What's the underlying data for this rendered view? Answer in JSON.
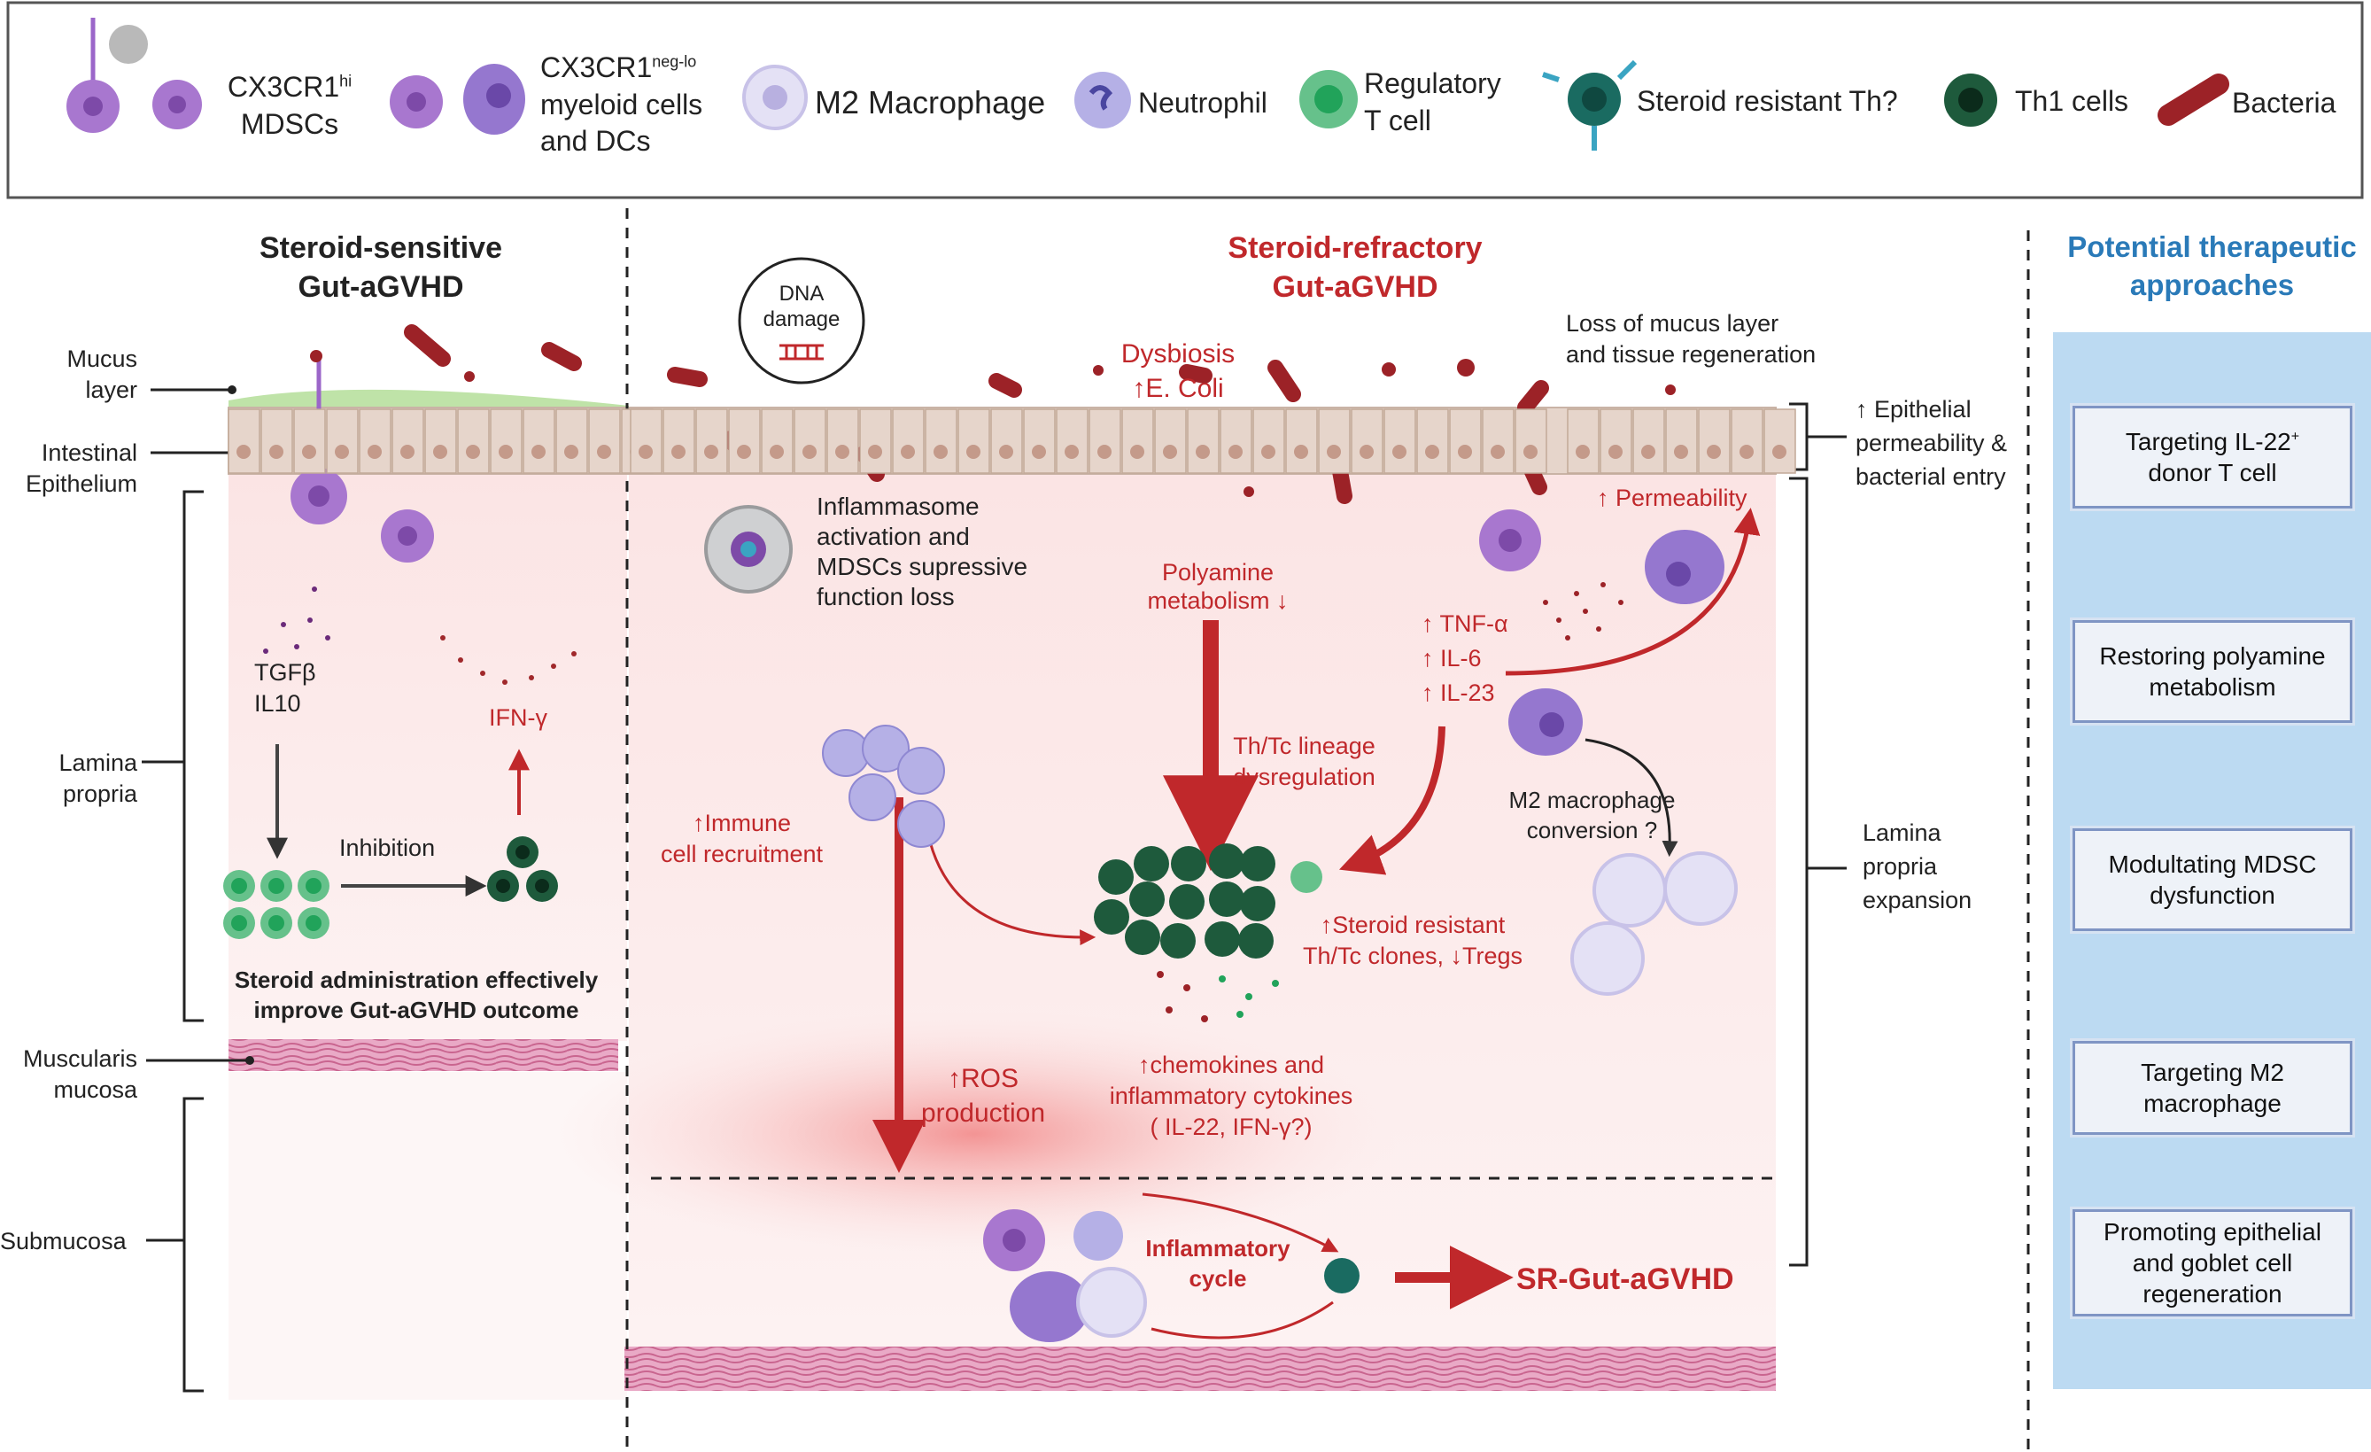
{
  "legend": {
    "mdsc_hi": "CX3CR1",
    "mdsc_hi_sup": "hi",
    "mdsc_hi_line2": "MDSCs",
    "myeloid": "CX3CR1",
    "myeloid_sup": "neg-lo",
    "myeloid_line2": "myeloid cells",
    "myeloid_line3": "and DCs",
    "m2": "M2 Macrophage",
    "neutrophil": "Neutrophil",
    "treg_line1": "Regulatory",
    "treg_line2": "T cell",
    "steroid_th": "Steroid resistant Th?",
    "th1": "Th1 cells",
    "bacteria": "Bacteria"
  },
  "left_axis": {
    "mucus_1": "Mucus",
    "mucus_2": "layer",
    "epithelium_1": "Intestinal",
    "epithelium_2": "Epithelium",
    "lamina_1": "Lamina",
    "lamina_2": "propria",
    "muscularis_1": "Muscularis",
    "muscularis_2": "mucosa",
    "submucosa": "Submucosa"
  },
  "sensitive": {
    "title_1": "Steroid-sensitive",
    "title_2": "Gut-aGVHD",
    "tgfb": "TGFβ",
    "il10": "IL10",
    "ifng": "IFN-γ",
    "inhibition": "Inhibition",
    "outcome_1": "Steroid administration effectively",
    "outcome_2": "improve Gut-aGVHD outcome"
  },
  "refractory": {
    "title_1": "Steroid-refractory",
    "title_2": "Gut-aGVHD",
    "dna_1": "DNA",
    "dna_2": "damage",
    "dysbiosis": "Dysbiosis",
    "ecoli": "↑E. Coli",
    "mucus_loss_1": "Loss of mucus layer",
    "mucus_loss_2": "and tissue regeneration",
    "inflammasome_1": "Inflammasome",
    "inflammasome_2": "activation and",
    "inflammasome_3": "MDSCs supressive",
    "inflammasome_4": "function loss",
    "polyamine_1": "Polyamine",
    "polyamine_2": "metabolism ↓",
    "permeability": "↑ Permeability",
    "tnf": "↑ TNF-α",
    "il6": "↑ IL-6",
    "il23": "↑ IL-23",
    "lineage_1": "Th/Tc lineage",
    "lineage_2": "dysregulation",
    "recruit_1": "↑Immune",
    "recruit_2": "cell recruitment",
    "m2conv_1": "M2 macrophage",
    "m2conv_2": "conversion ?",
    "clones_1": "↑Steroid resistant",
    "clones_2": "Th/Tc clones, ↓Tregs",
    "ros_1": "↑ROS",
    "ros_2": "production",
    "chemo_1": "↑chemokines and",
    "chemo_2": "inflammatory cytokines",
    "chemo_3": "( IL-22, IFN-γ?)",
    "cycle_1": "Inflammatory",
    "cycle_2": "cycle",
    "outcome": "SR-Gut-aGVHD"
  },
  "right_axis": {
    "epi_1": "↑ Epithelial",
    "epi_2": "permeability &",
    "epi_3": "bacterial entry",
    "lp_1": "Lamina",
    "lp_2": "propria",
    "lp_3": "expansion"
  },
  "therapy": {
    "title_1": "Potential therapeutic",
    "title_2": "approaches",
    "items": [
      {
        "line1": "Targeting IL-22",
        "sup": "+",
        "line2": "donor T cell"
      },
      {
        "line1": "Restoring polyamine",
        "sup": "",
        "line2": "metabolism"
      },
      {
        "line1": "Modultating MDSC",
        "sup": "",
        "line2": "dysfunction"
      },
      {
        "line1": "Targeting M2",
        "sup": "",
        "line2": "macrophage"
      },
      {
        "line1": "Promoting epithelial",
        "sup": "",
        "line2": "and goblet cell",
        "line3": "regeneration"
      }
    ]
  },
  "colors": {
    "accent_red": "#c0282b",
    "therapy_blue": "#2a7ab8",
    "therapy_panel": "#bcdaf2",
    "epithelium": "#e6d5cb",
    "lamina_pink": "#fbe6e6",
    "mucus_green": "#bfe3a8",
    "bacteria": "#9c2227",
    "treg_green": "#3fae6a",
    "th1_green": "#1e5a3c",
    "mdsc_purple": "#9b66c9"
  }
}
